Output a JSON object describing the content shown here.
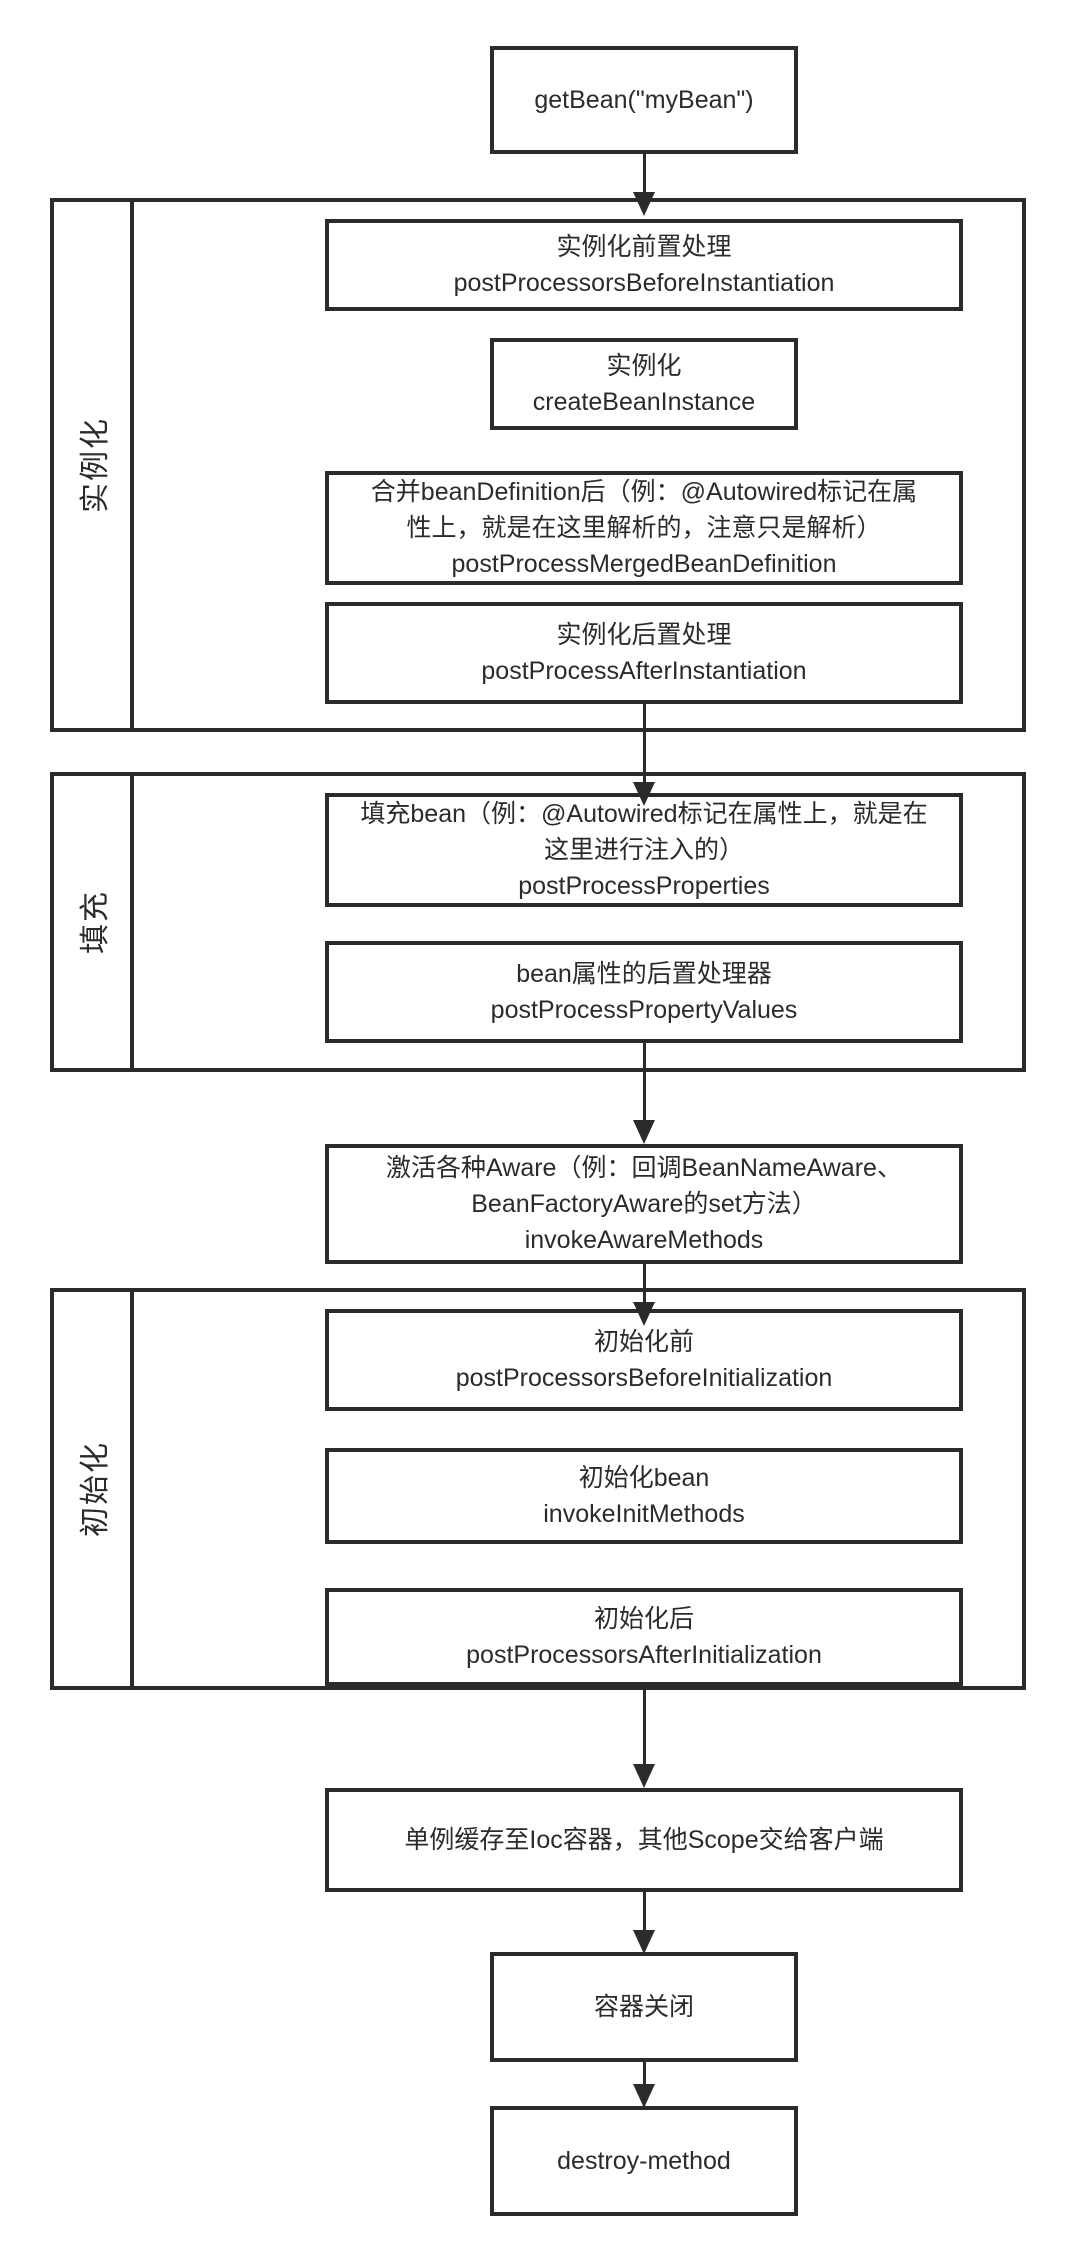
{
  "diagram": {
    "title": "Spring Bean Lifecycle Flowchart",
    "accent_color": "#2b2b2b",
    "background_color": "#ffffff"
  },
  "nodes": {
    "get_bean": {
      "lines": [
        "getBean(\"myBean\")"
      ]
    },
    "before_instantiation": {
      "lines": [
        "实例化前置处理",
        "postProcessorsBeforeInstantiation"
      ]
    },
    "create_bean_instance": {
      "lines": [
        "实例化",
        "createBeanInstance"
      ]
    },
    "merged_bean_definition": {
      "lines": [
        "合并beanDefinition后（例：@Autowired标记在属",
        "性上，就是在这里解析的，注意只是解析）",
        "postProcessMergedBeanDefinition"
      ]
    },
    "after_instantiation": {
      "lines": [
        "实例化后置处理",
        "postProcessAfterInstantiation"
      ]
    },
    "populate_bean": {
      "lines": [
        "填充bean（例：@Autowired标记在属性上，就是在",
        "这里进行注入的）",
        "postProcessProperties"
      ]
    },
    "property_values": {
      "lines": [
        "bean属性的后置处理器",
        "postProcessPropertyValues"
      ]
    },
    "invoke_aware": {
      "lines": [
        "激活各种Aware（例：回调BeanNameAware、",
        "BeanFactoryAware的set方法）",
        "invokeAwareMethods"
      ]
    },
    "before_initialization": {
      "lines": [
        "初始化前",
        "postProcessorsBeforeInitialization"
      ]
    },
    "invoke_init_methods": {
      "lines": [
        "初始化bean",
        "invokeInitMethods"
      ]
    },
    "after_initialization": {
      "lines": [
        "初始化后",
        "postProcessorsAfterInitialization"
      ]
    },
    "cache_singleton": {
      "lines": [
        "单例缓存至Ioc容器，其他Scope交给客户端"
      ]
    },
    "container_close": {
      "lines": [
        "容器关闭"
      ]
    },
    "destroy_method": {
      "lines": [
        "destroy-method"
      ]
    }
  },
  "groups": {
    "instantiation": {
      "label": "实例化"
    },
    "population": {
      "label": "填充"
    },
    "initialization": {
      "label": "初始化"
    }
  },
  "arrows": [
    {
      "name": "get-bean-to-instantiation-group",
      "from": "get_bean",
      "to": "before_instantiation"
    },
    {
      "name": "instantiation-group-to-population-group",
      "from": "after_instantiation",
      "to": "populate_bean"
    },
    {
      "name": "population-group-to-invoke-aware",
      "from": "property_values",
      "to": "invoke_aware"
    },
    {
      "name": "invoke-aware-to-initialization-group",
      "from": "invoke_aware",
      "to": "before_initialization"
    },
    {
      "name": "initialization-group-to-cache-singleton",
      "from": "after_initialization",
      "to": "cache_singleton"
    },
    {
      "name": "cache-singleton-to-container-close",
      "from": "cache_singleton",
      "to": "container_close"
    },
    {
      "name": "container-close-to-destroy-method",
      "from": "container_close",
      "to": "destroy_method"
    }
  ]
}
